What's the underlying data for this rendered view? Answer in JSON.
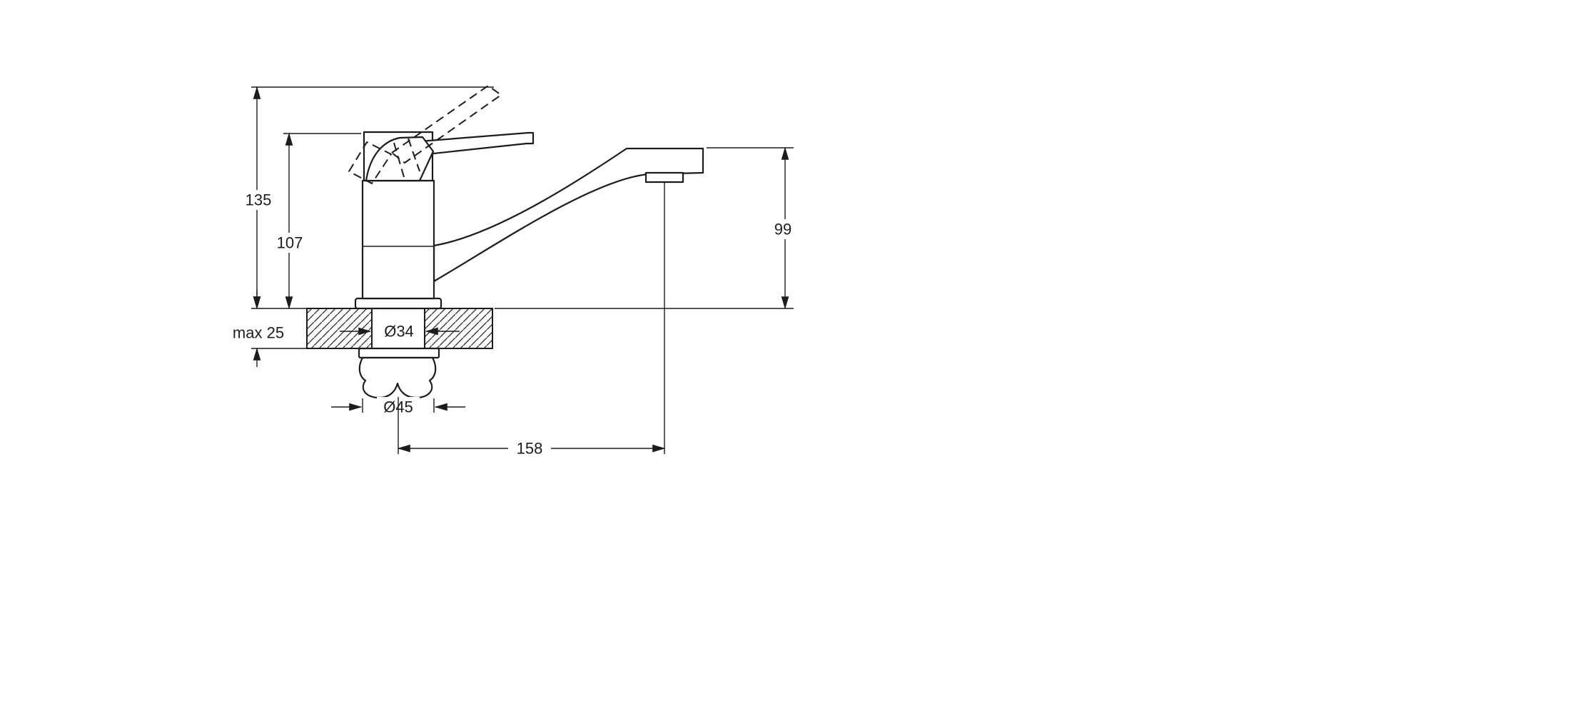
{
  "diagram": {
    "type": "faucet-installation-dimension-drawing",
    "units_implied": "mm",
    "dimensions": {
      "total_height": "135",
      "body_height": "107",
      "spout_outlet_height": "99",
      "max_mounting_thickness": "max 25",
      "shank_diameter": "Ø34",
      "nut_diameter": "Ø45",
      "spout_reach": "158"
    }
  }
}
